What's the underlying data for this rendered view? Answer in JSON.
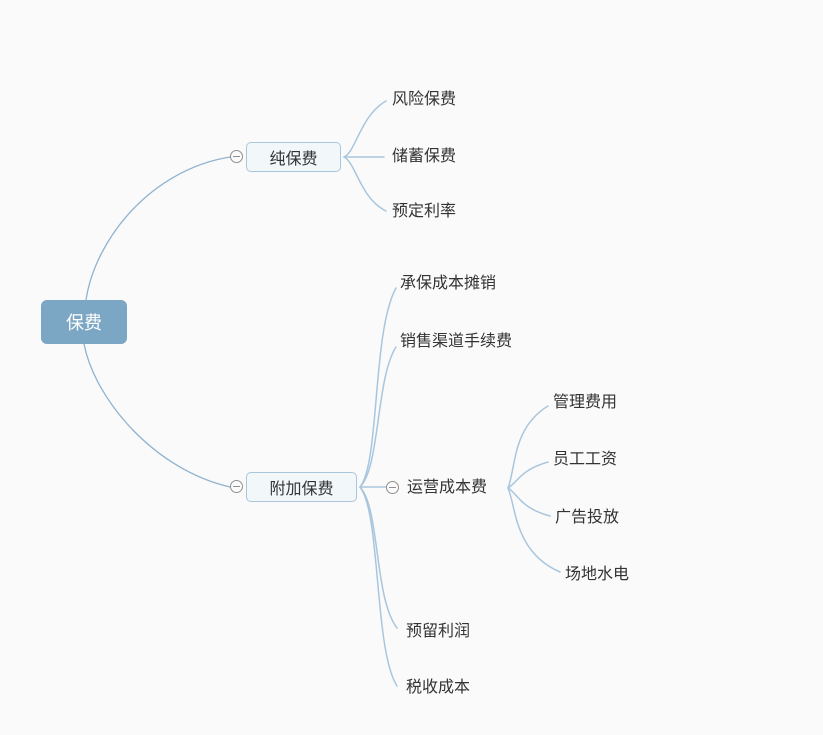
{
  "colors": {
    "background": "#fafafa",
    "root_fill": "#7ba7c5",
    "root_text": "#ffffff",
    "node_border": "#a9c6dd",
    "node_fill": "#f2f7fa",
    "node_text": "#333333",
    "connector_line": "#a9c6dd",
    "root_arc_line": "#8fb3d0",
    "collapse_icon": "#8f8f8f"
  },
  "mindmap": {
    "root": {
      "label": "保费"
    },
    "branches": [
      {
        "label": "纯保费",
        "collapse_icon": "minus-in-circle",
        "children": [
          {
            "label": "风险保费"
          },
          {
            "label": "储蓄保费"
          },
          {
            "label": "预定利率"
          }
        ]
      },
      {
        "label": "附加保费",
        "collapse_icon": "minus-in-circle",
        "children": [
          {
            "label": "承保成本摊销"
          },
          {
            "label": "销售渠道手续费"
          },
          {
            "label": "运营成本费",
            "collapse_icon": "minus-in-circle",
            "children": [
              {
                "label": "管理费用"
              },
              {
                "label": "员工工资"
              },
              {
                "label": "广告投放"
              },
              {
                "label": "场地水电"
              }
            ]
          },
          {
            "label": "预留利润"
          },
          {
            "label": "税收成本"
          }
        ]
      }
    ]
  }
}
